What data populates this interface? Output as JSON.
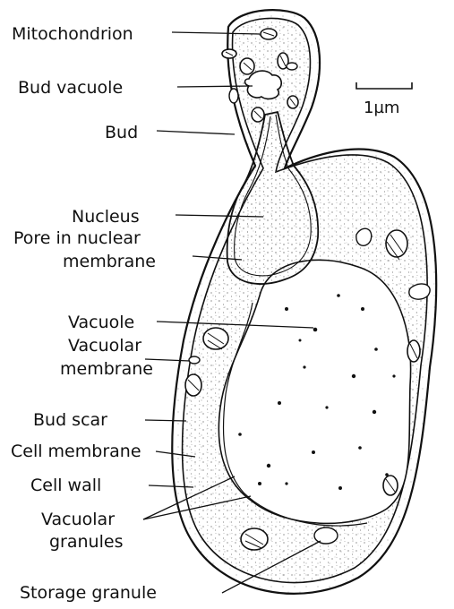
{
  "labels": {
    "mitochondrion": "Mitochondrion",
    "bud_vacuole": "Bud vacuole",
    "bud": "Bud",
    "nucleus": "Nucleus",
    "pore_line1": "Pore in nuclear",
    "pore_line2": "membrane",
    "vacuole": "Vacuole",
    "vacuolar_membrane_line1": "Vacuolar",
    "vacuolar_membrane_line2": "membrane",
    "bud_scar": "Bud scar",
    "cell_membrane": "Cell membrane",
    "cell_wall": "Cell wall",
    "vacuolar_granules_line1": "Vacuolar",
    "vacuolar_granules_line2": "granules",
    "storage_granule": "Storage granule"
  },
  "scale_bar": {
    "label": "1µm"
  },
  "colors": {
    "ink": "#111111",
    "background": "#ffffff",
    "stipple": "#444444"
  }
}
